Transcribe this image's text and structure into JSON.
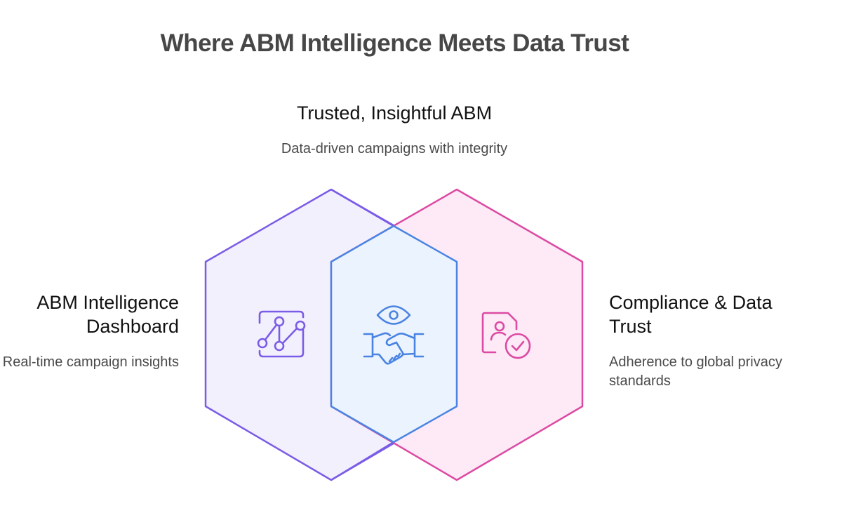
{
  "title": "Where ABM Intelligence Meets Data Trust",
  "colors": {
    "left": "#7b5ce6",
    "center": "#4a84e2",
    "right": "#dc4aa3",
    "left_fill": "#f3f0fe",
    "center_fill": "#ebf3fe",
    "right_fill": "#fdeaf6"
  },
  "sets": {
    "left": {
      "heading": "ABM Intelligence Dashboard",
      "description": "Real-time campaign insights",
      "icon": "line-chart-icon"
    },
    "right": {
      "heading": "Compliance & Data Trust",
      "description": "Adherence to global privacy standards",
      "icon": "verified-user-document-icon"
    },
    "intersection": {
      "heading": "Trusted, Insightful ABM",
      "description": "Data-driven campaigns with integrity",
      "icon": "eye-handshake-icon"
    }
  }
}
